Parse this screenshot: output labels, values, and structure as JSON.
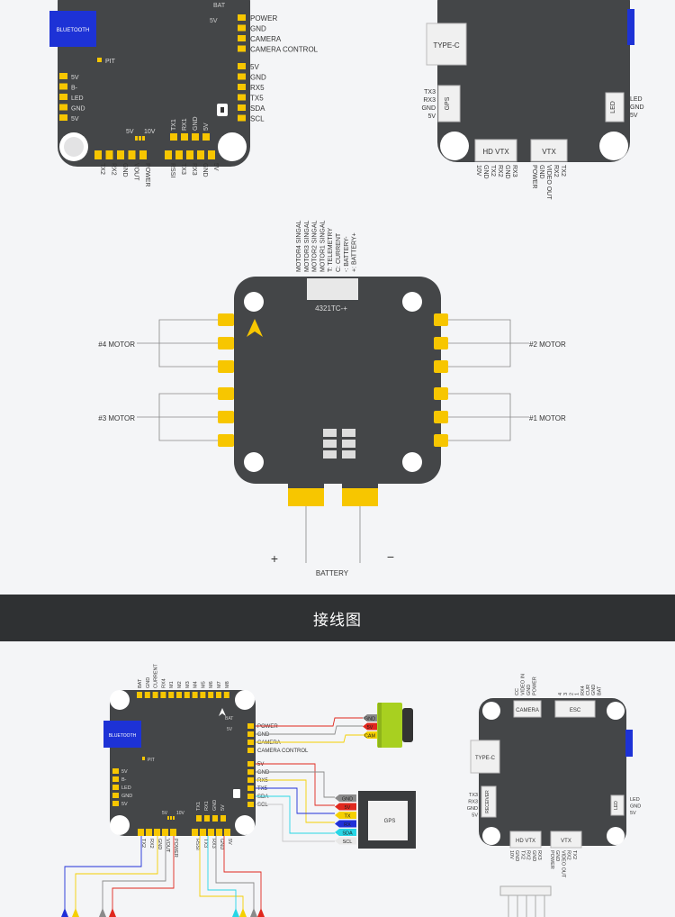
{
  "section_banner": "接线图",
  "top_fc": {
    "bat_label": "BAT",
    "bat_5v": "5V",
    "bluetooth": "BLUETOOTH",
    "pit": "PIT",
    "right_pads_top": [
      "POWER",
      "GND",
      "CAMERA",
      "CAMERA CONTROL"
    ],
    "right_pads_mid": [
      "5V",
      "GND",
      "RX5",
      "TX5",
      "SDA",
      "SCL"
    ],
    "left_pads": [
      "5V",
      "B-",
      "LED",
      "GND",
      "5V"
    ],
    "volt_labels": [
      "5V",
      "10V"
    ],
    "inner_pads": [
      "TX1",
      "RX1",
      "GND",
      "5V"
    ],
    "bottom_left": [
      "TX2",
      "RX2",
      "GND",
      "VOUT",
      "POWER"
    ],
    "bottom_right": [
      "RSSI",
      "TX3",
      "RX3",
      "GND",
      "5V"
    ]
  },
  "top_vtx": {
    "type_c": "TYPE-C",
    "gps": "GPS",
    "gps_pins": [
      "TX3",
      "RX3",
      "GND",
      "5V"
    ],
    "led": "LED",
    "led_pins": [
      "LED",
      "GND",
      "5V"
    ],
    "hd_vtx": "HD VTX",
    "vtx": "VTX",
    "hd_pins": [
      "10V",
      "GND",
      "TX2",
      "RX2",
      "GND",
      "RX3"
    ],
    "vtx_pins": [
      "POWER",
      "GND",
      "VIDEO OUT",
      "RX2",
      "TX2"
    ]
  },
  "esc": {
    "top_labels": [
      "MOTOR4 SINGAL",
      "MOTOR3 SINGAL",
      "MOTOR2 SINGAL",
      "MOTOR1 SINGAL",
      "T: TELEMETRY",
      "C: CURRENT",
      "-: BATTERY-",
      "+: BATTERY+"
    ],
    "connector_code": "4321TC-+",
    "motors_left": [
      "#4 MOTOR",
      "#3 MOTOR"
    ],
    "motors_right": [
      "#2 MOTOR",
      "#1 MOTOR"
    ],
    "plus": "+",
    "minus": "−",
    "battery": "BATTERY"
  },
  "wiring": {
    "fc_top_pins": [
      "BAT",
      "GND",
      "CURRENT",
      "RX4",
      "M1",
      "M2",
      "M3",
      "M4",
      "M5",
      "M6",
      "M7",
      "M8"
    ],
    "bat": "BAT",
    "bat_5v": "5V",
    "bluetooth": "BLUETOOTH",
    "pit": "PIT",
    "right_top": [
      "POWER",
      "GND",
      "CAMERA",
      "CAMERA CONTROL"
    ],
    "right_mid": [
      "5V",
      "GND",
      "RX5",
      "TX5",
      "SDA",
      "SCL"
    ],
    "left_pads": [
      "5V",
      "B-",
      "LED",
      "GND",
      "5V"
    ],
    "volt_labels": [
      "5V",
      "10V"
    ],
    "inner_pads": [
      "TX1",
      "RX1",
      "GND",
      "5V"
    ],
    "bottom_left": [
      "TX2",
      "RX2",
      "GND",
      "VOUT",
      "POWER"
    ],
    "bottom_right": [
      "RSSI",
      "TX3",
      "RX3",
      "GND",
      "5V"
    ],
    "cam_pins": [
      "GND",
      "5V",
      "CAM"
    ],
    "gps_pins": [
      "GND",
      "5V",
      "TX",
      "RX",
      "SDA",
      "SCL"
    ],
    "gps_label": "GPS",
    "vtx_top_pins": [
      "CC",
      "VIDEO IN",
      "GND",
      "POWER"
    ],
    "vtx_top_pins_right": [
      "4",
      "3",
      "2",
      "1",
      "RX4",
      "CUR",
      "GND",
      "BAT"
    ],
    "camera": "CAMERA",
    "esc": "ESC",
    "type_c": "TYPE-C",
    "receiver": "RECEIVER",
    "rx_pins": [
      "TX3",
      "RX3",
      "GND",
      "5V"
    ],
    "led": "LED",
    "led_pins": [
      "LED",
      "GND",
      "5V"
    ],
    "hd_vtx": "HD VTX",
    "vtx": "VTX",
    "hd_pins": [
      "10V",
      "GND",
      "TX2",
      "RX2",
      "GND",
      "RX3"
    ],
    "vtx_pins": [
      "POWER",
      "GND",
      "VIDEO OUT",
      "RX2",
      "TX2"
    ]
  },
  "colors": {
    "board": "#444648",
    "pad": "#f7c600",
    "bluetooth": "#1d32d6",
    "wire_red": "#e0281e",
    "wire_yellow": "#f5d000",
    "wire_blue": "#2030d8",
    "wire_cyan": "#28d6e6",
    "wire_gray": "#8a8a8a",
    "camera_green": "#a8d020"
  }
}
